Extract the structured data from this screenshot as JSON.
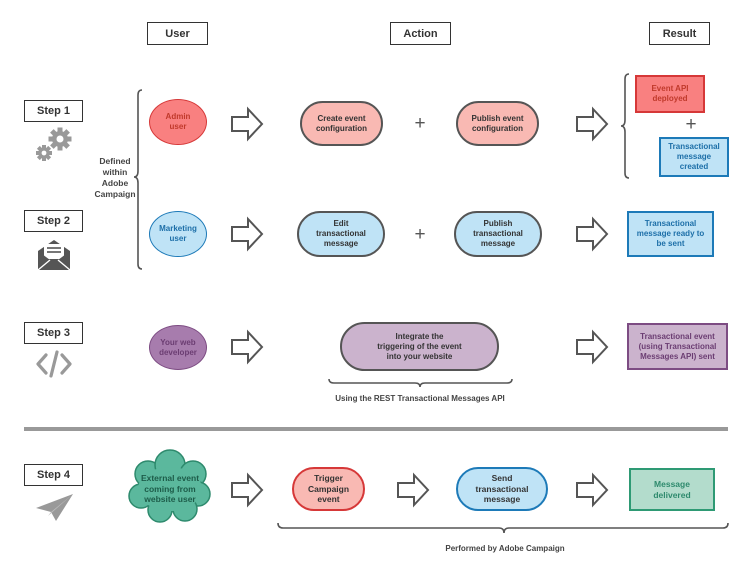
{
  "headers": {
    "user": "User",
    "action": "Action",
    "result": "Result"
  },
  "steps": [
    "Step 1",
    "Step 2",
    "Step 3",
    "Step 4"
  ],
  "defined_within": "Defined within Adobe Campaign",
  "users": {
    "admin": "Admin user",
    "marketing": "Marketing user",
    "web_developer": "Your web developer",
    "external": "External event coming from website user"
  },
  "actions": {
    "create_event": "Create event configuration",
    "publish_event": "Publish event configuration",
    "edit_message": "Edit transactional message",
    "publish_message": "Publish transactional message",
    "integrate": "Integrate the triggering of the event into your website",
    "trigger": "Trigger Campaign event",
    "send": "Send transactional message"
  },
  "results": {
    "api_deployed": "Event API deployed",
    "message_created": "Transactional message created",
    "ready": "Transactional message ready to be sent",
    "event_sent": "Transactional event (using Transactional Messages API) sent",
    "delivered": "Message delivered"
  },
  "plus": "+",
  "labels": {
    "rest_api": "Using the REST Transactional Messages API",
    "performed": "Performed by Adobe Campaign"
  },
  "colors": {
    "red_fill": "#f98080",
    "red_border": "#d63838",
    "salmon_fill": "#f9b9b3",
    "blue_fill": "#bfe3f6",
    "blue_border": "#1d7ab8",
    "purple_fill": "#cbb3cd",
    "purple_border": "#7d4c83",
    "teal_fill": "#5bb89d",
    "teal_border": "#2e8a6d",
    "green_fill": "#b3dccc",
    "green_border": "#2e9a74"
  }
}
